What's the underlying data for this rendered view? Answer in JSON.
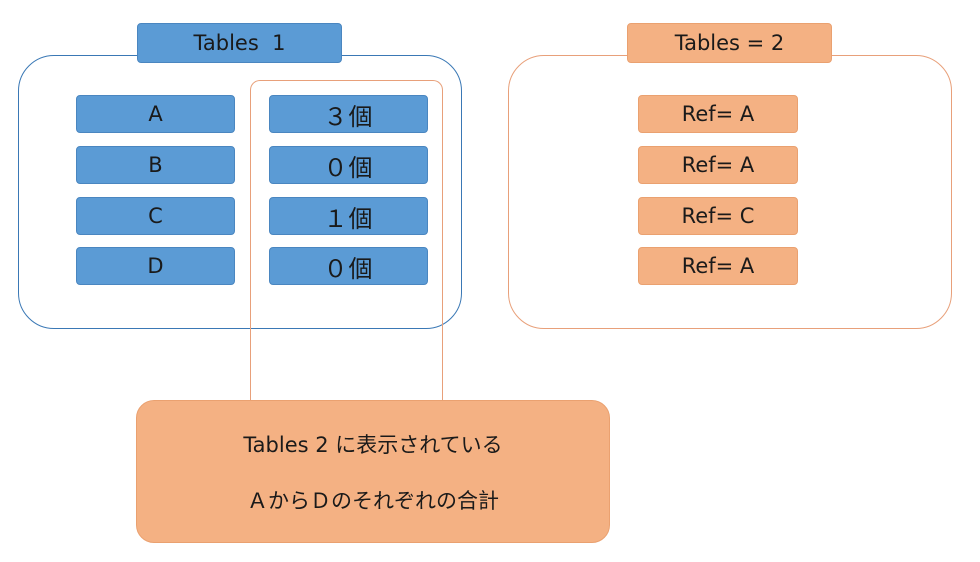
{
  "tables1": {
    "title": "Tables  1",
    "letters": [
      "A",
      "B",
      "C",
      "D"
    ],
    "counts": [
      "３個",
      "０個",
      "１個",
      "０個"
    ]
  },
  "tables2": {
    "title": "Tables = 2",
    "refs": [
      "Ref= A",
      "Ref= A",
      "Ref= C",
      "Ref= A"
    ]
  },
  "note": {
    "line1": "Tables 2 に表示されている",
    "line2": "ＡからＤのそれぞれの合計"
  },
  "colors": {
    "blue_fill": "#5b9bd5",
    "blue_border": "#3a78b5",
    "orange_fill": "#f4b183",
    "orange_border": "#e8a07a"
  }
}
